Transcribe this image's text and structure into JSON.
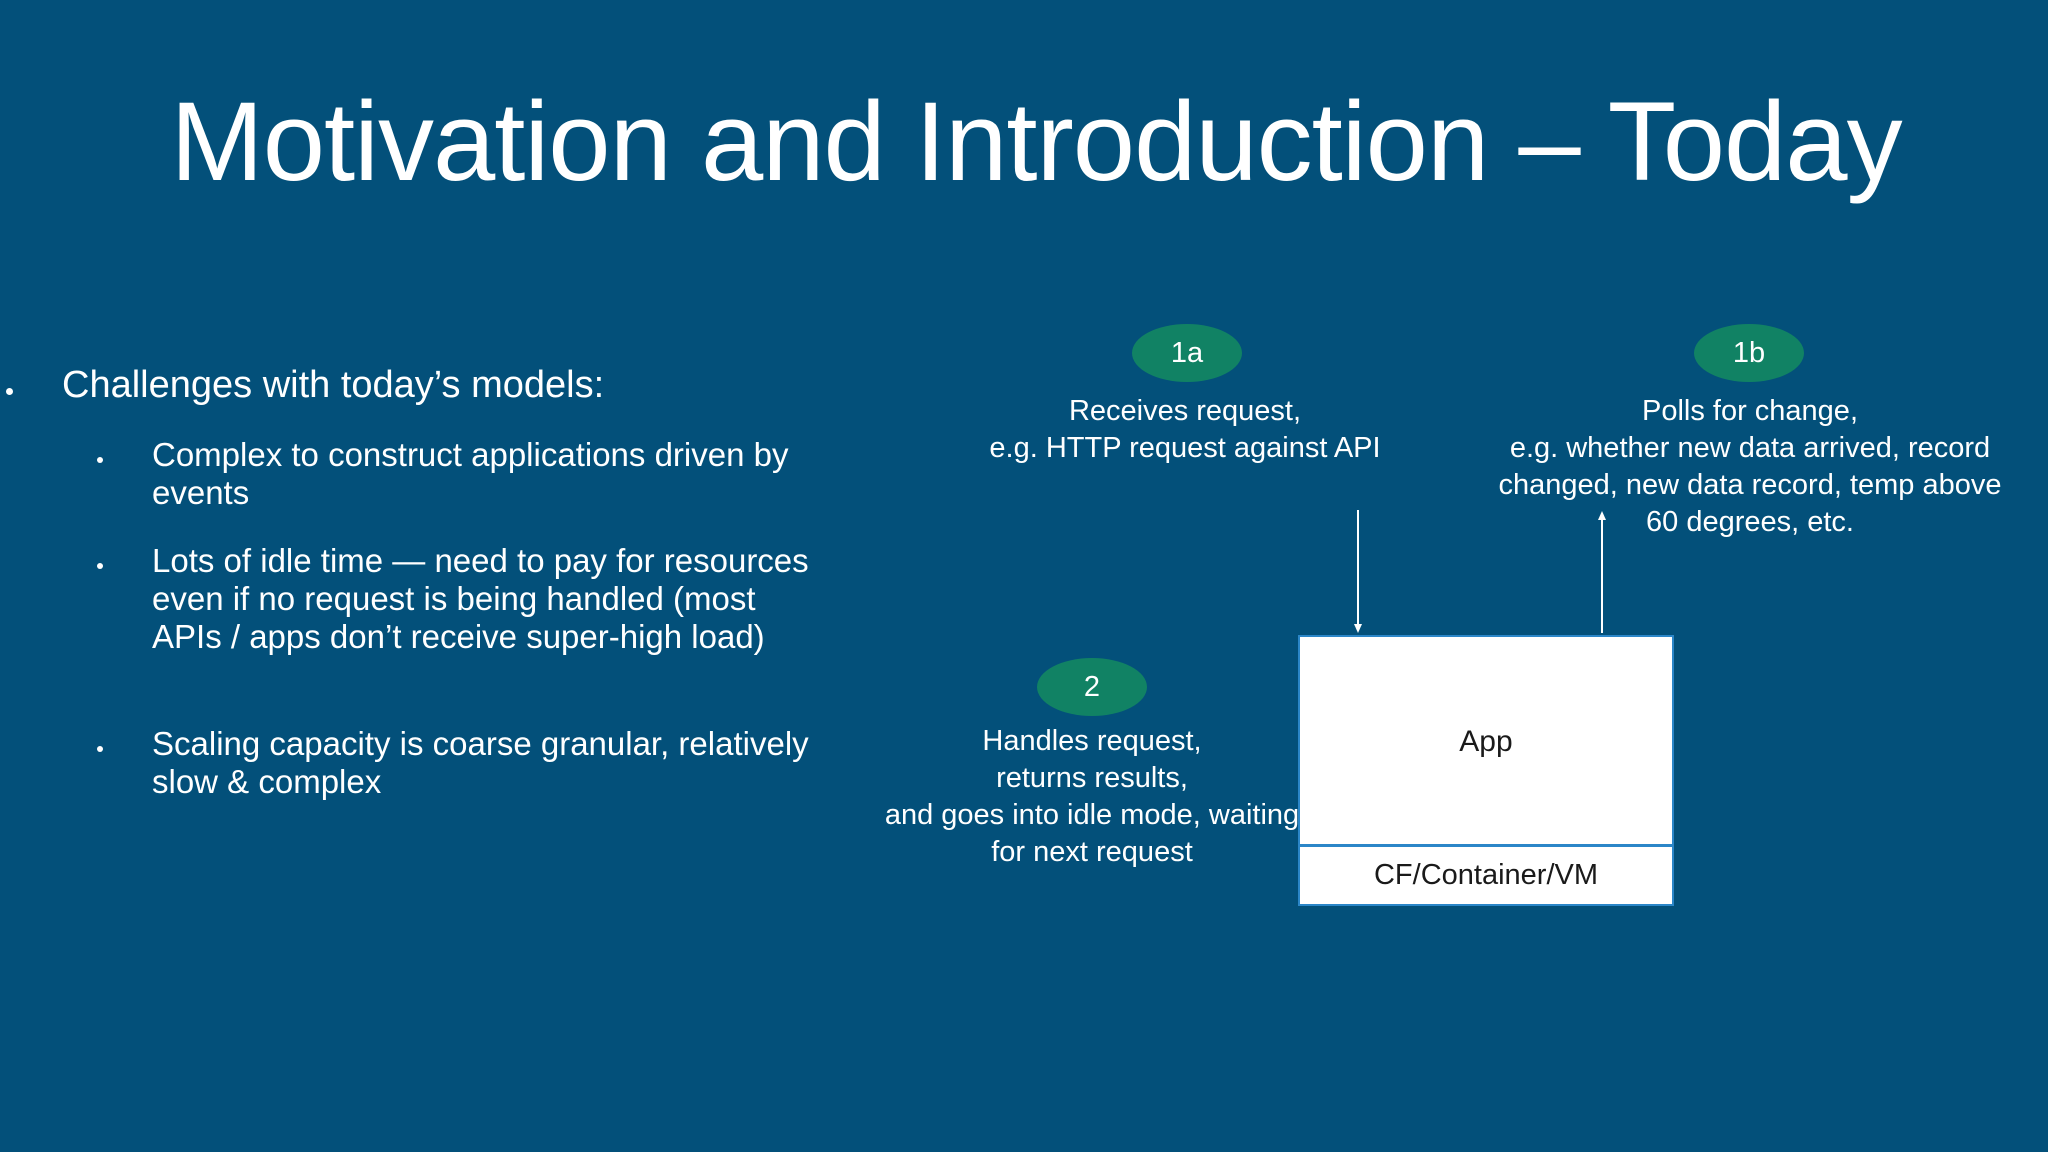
{
  "slide": {
    "title": "Motivation and Introduction – Today"
  },
  "bullets": {
    "main": "Challenges with today’s models:",
    "items": [
      "Complex to construct applications driven by events",
      "Lots of idle time — need to pay for resources even if no request is being handled (most APIs / apps don’t receive super-high load)",
      "Scaling capacity is coarse granular, relatively slow & complex"
    ]
  },
  "diagram": {
    "badge_1a": "1a",
    "badge_1b": "1b",
    "badge_2": "2",
    "caption_1a": {
      "line1": "Receives request,",
      "line2": "e.g. HTTP request against API"
    },
    "caption_1b": {
      "line1": "Polls for change,",
      "line2": "e.g. whether new data arrived, record",
      "line3": "changed, new data record, temp above",
      "line4": "60 degrees, etc."
    },
    "caption_2": {
      "line1": "Handles request,",
      "line2": "returns results,",
      "line3": "and goes into idle mode,  waiting",
      "line4": "for next request"
    },
    "app_label": "App",
    "platform_label": "CF/Container/VM"
  },
  "colors": {
    "background": "#03507a",
    "badge": "#118264",
    "box_border": "#2b86c8"
  }
}
